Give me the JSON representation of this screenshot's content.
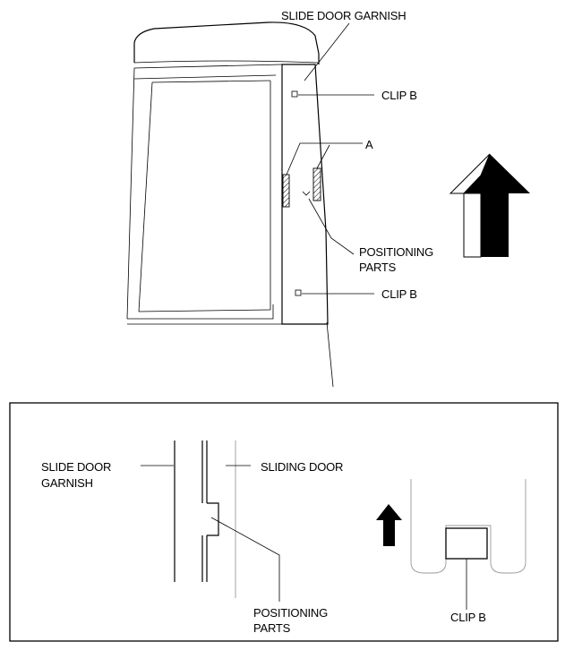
{
  "top_view": {
    "slide_door_garnish": "SLIDE DOOR GARNISH",
    "clip_b_upper": "CLIP B",
    "a_marker": "A",
    "positioning_parts_line1": "POSITIONING",
    "positioning_parts_line2": "PARTS",
    "clip_b_lower": "CLIP B"
  },
  "detail_view": {
    "slide_door_garnish_line1": "SLIDE DOOR",
    "slide_door_garnish_line2": "GARNISH",
    "sliding_door": "SLIDING DOOR",
    "positioning_parts_line1": "POSITIONING",
    "positioning_parts_line2": "PARTS",
    "clip_b": "CLIP B"
  },
  "icons": [
    "arrow-up-icon",
    "arrow-up-small-icon",
    "hatched-mark-icon"
  ]
}
